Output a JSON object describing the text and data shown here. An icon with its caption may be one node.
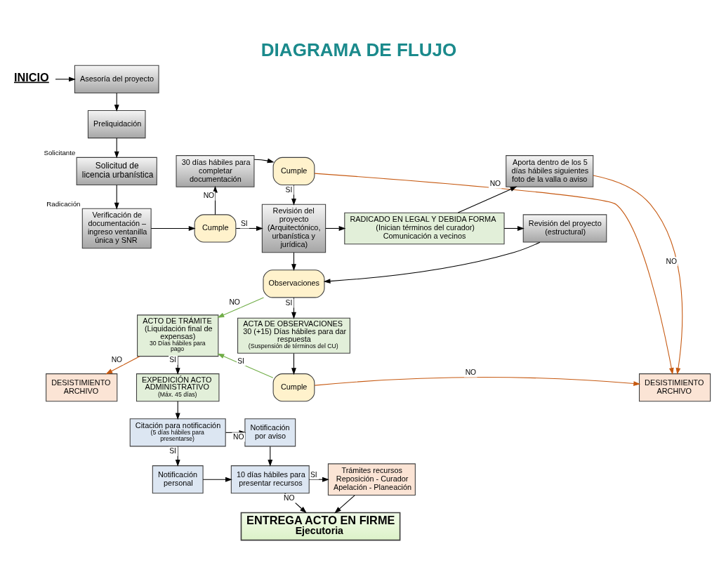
{
  "diagram": {
    "title": "DIAGRAMA DE FLUJO",
    "nodes": [
      {
        "text": [
          "INICIO"
        ]
      },
      {
        "text": [
          "Asesoría del proyecto"
        ]
      },
      {
        "text": [
          "Preliquidación"
        ]
      },
      {
        "text": [
          "Solicitud de licencia urbanística"
        ],
        "beside": [
          "Solicitante"
        ]
      },
      {
        "text": [
          "30 días hábiles para completar documentación"
        ]
      },
      {
        "text": [
          "Cumple"
        ]
      },
      {
        "text": [
          "Aporta dentro de los 5 días hábiles siguientes foto de la valla o aviso"
        ]
      },
      {
        "text": [
          "Verificación de documentación – ingreso ventanilla única y SNR"
        ],
        "beside": [
          "Radicación"
        ]
      },
      {
        "text": [
          "Cumple"
        ]
      },
      {
        "text": [
          "Revisión del proyecto",
          "(Arquitectónico, urbanística y jurídica)"
        ]
      },
      {
        "text": [
          "RADICADO EN LEGAL Y DEBIDA FORMA",
          "(Inician términos del curador)",
          "Comunicación a vecinos"
        ]
      },
      {
        "text": [
          "DESISTIMIENTO ARCHIVO"
        ]
      },
      {
        "text": [
          "ACTO DE TRÁMITE",
          "(Liquidación final de expensas)",
          "30 Días hábiles para pago"
        ]
      },
      {
        "text": [
          "Observaciones"
        ]
      },
      {
        "text": [
          "Revisión del proyecto",
          "(estructural)"
        ]
      },
      {
        "text": [
          "EXPEDICIÓN ACTO ADMINISTRATIVO",
          "(Máx. 45 días)"
        ]
      },
      {
        "text": [
          "ACTA DE OBSERVACIONES",
          "30 (+15) Días hábiles para dar respuesta",
          "(Suspensión de términos del CU)"
        ]
      },
      {
        "text": [
          "Cumple"
        ]
      },
      {
        "text": [
          "DESISTIMIENTO ARCHIVO"
        ]
      },
      {
        "text": [
          "Citación para notificación",
          "(5 días hábiles para presentarse)"
        ]
      },
      {
        "text": [
          "Notificación por aviso"
        ]
      },
      {
        "text": [
          "Trámites recursos",
          "Reposición - Curador",
          "Apelación - Planeación"
        ]
      },
      {
        "text": [
          "Notificación personal"
        ]
      },
      {
        "text": [
          "10 días hábiles para presentar recursos"
        ]
      },
      {
        "text": [
          "ENTREGA ACTO EN FIRME",
          "Ejecutoria"
        ]
      }
    ],
    "edges": [
      {
        "from": 0,
        "to": 1,
        "arrow": "to"
      },
      {
        "from": 1,
        "to": 2,
        "arrow": "to"
      },
      {
        "from": 2,
        "to": 3,
        "arrow": "to"
      },
      {
        "from": 3,
        "to": 7,
        "arrow": "to"
      },
      {
        "from": 7,
        "to": 8,
        "arrow": "to"
      },
      {
        "from": 8,
        "to": 4,
        "arrow": "to",
        "label": "NO"
      },
      {
        "from": 8,
        "to": 9,
        "arrow": "to",
        "label": "SI"
      },
      {
        "from": 4,
        "to": 5,
        "arrow": "to"
      },
      {
        "from": 5,
        "to": 9,
        "arrow": "to",
        "label": "SI"
      },
      {
        "from": 5,
        "to": 18,
        "arrow": "to",
        "label": "NO",
        "color": "#c65911"
      },
      {
        "from": 9,
        "to": 10,
        "arrow": "to"
      },
      {
        "from": 10,
        "to": 6,
        "arrow": "to"
      },
      {
        "from": 6,
        "to": 18,
        "arrow": "to",
        "label": "NO",
        "color": "#c65911"
      },
      {
        "from": 10,
        "to": 14,
        "arrow": "to"
      },
      {
        "from": 14,
        "to": 13,
        "arrow": "to"
      },
      {
        "from": 9,
        "to": 13,
        "arrow": "to"
      },
      {
        "from": 13,
        "to": 12,
        "arrow": "to",
        "label": "NO",
        "color": "#70ad47"
      },
      {
        "from": 13,
        "to": 16,
        "arrow": "to",
        "label": "SI"
      },
      {
        "from": 16,
        "to": 17,
        "arrow": "to"
      },
      {
        "from": 17,
        "to": 12,
        "arrow": "to",
        "label": "SI",
        "color": "#70ad47"
      },
      {
        "from": 17,
        "to": 18,
        "arrow": "to",
        "label": "NO",
        "color": "#c65911"
      },
      {
        "from": 12,
        "to": 11,
        "arrow": "to",
        "label": "NO",
        "color": "#c65911"
      },
      {
        "from": 12,
        "to": 15,
        "arrow": "to",
        "label": "SI"
      },
      {
        "from": 15,
        "to": 19,
        "arrow": "to"
      },
      {
        "from": 19,
        "to": 20,
        "arrow": "to",
        "label": "NO"
      },
      {
        "from": 19,
        "to": 22,
        "arrow": "to",
        "label": "SI"
      },
      {
        "from": 20,
        "to": 23,
        "arrow": "to"
      },
      {
        "from": 22,
        "to": 23,
        "arrow": "to"
      },
      {
        "from": 23,
        "to": 21,
        "arrow": "to",
        "label": "SI"
      },
      {
        "from": 23,
        "to": 24,
        "arrow": "to",
        "label": "NO"
      },
      {
        "from": 21,
        "to": 24,
        "arrow": "to"
      }
    ]
  }
}
